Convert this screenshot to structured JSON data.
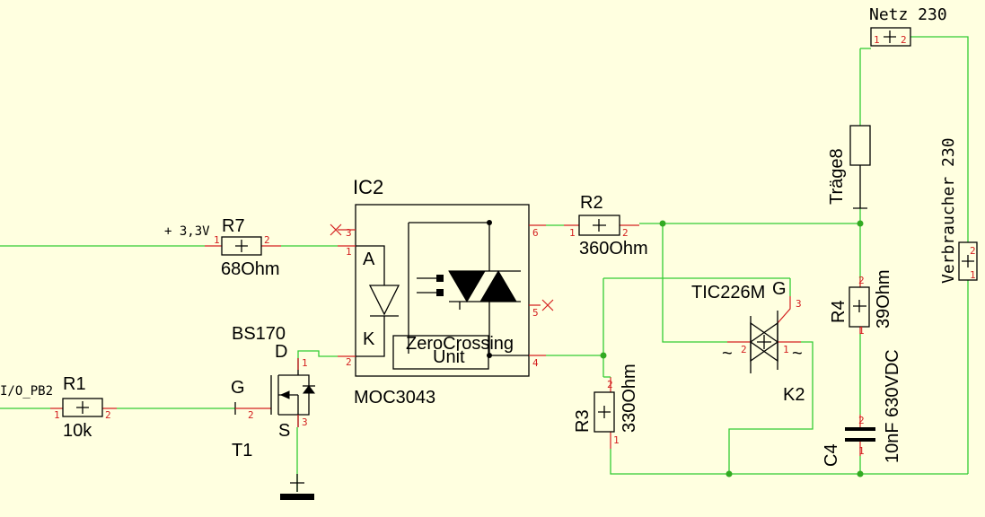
{
  "components": {
    "netz": {
      "name": "Netz 230",
      "pin1": "1",
      "pin2": "2"
    },
    "verbraucher": {
      "name": "Verbraucher 230",
      "pin1": "1",
      "pin2": "2"
    },
    "fuse": {
      "name": "Träge8"
    },
    "r7": {
      "name": "R7",
      "value": "68Ohm",
      "net": "+ 3,3V",
      "pin1": "1",
      "pin2": "2"
    },
    "r1": {
      "name": "R1",
      "value": "10k",
      "net": "I/O_PB2",
      "pin1": "1",
      "pin2": "2"
    },
    "r2": {
      "name": "R2",
      "value": "360Ohm",
      "pin1": "1",
      "pin2": "2"
    },
    "r3": {
      "name": "R3",
      "value": "330Ohm",
      "pin1": "1",
      "pin2": "2"
    },
    "r4": {
      "name": "R4",
      "value": "39Ohm",
      "pin1": "1",
      "pin2": "2"
    },
    "c4": {
      "name": "C4",
      "value": "10nF 630VDC",
      "pin1": "1",
      "pin2": "2"
    },
    "ic2": {
      "name": "IC2",
      "part": "MOC3043",
      "anode": "A",
      "cathode": "K",
      "zc_line1": "ZeroCrossing",
      "zc_line2": "Unit",
      "pins": [
        "1",
        "2",
        "3",
        "4",
        "5",
        "6"
      ]
    },
    "t1": {
      "name": "T1",
      "part": "BS170",
      "drain": "D",
      "gate": "G",
      "source": "S",
      "pins": [
        "1",
        "2",
        "3"
      ]
    },
    "k2": {
      "name": "K2",
      "part": "TIC226M",
      "gate": "G",
      "mt1": "~",
      "mt2": "~",
      "pins": [
        "1",
        "2",
        "3"
      ]
    }
  }
}
